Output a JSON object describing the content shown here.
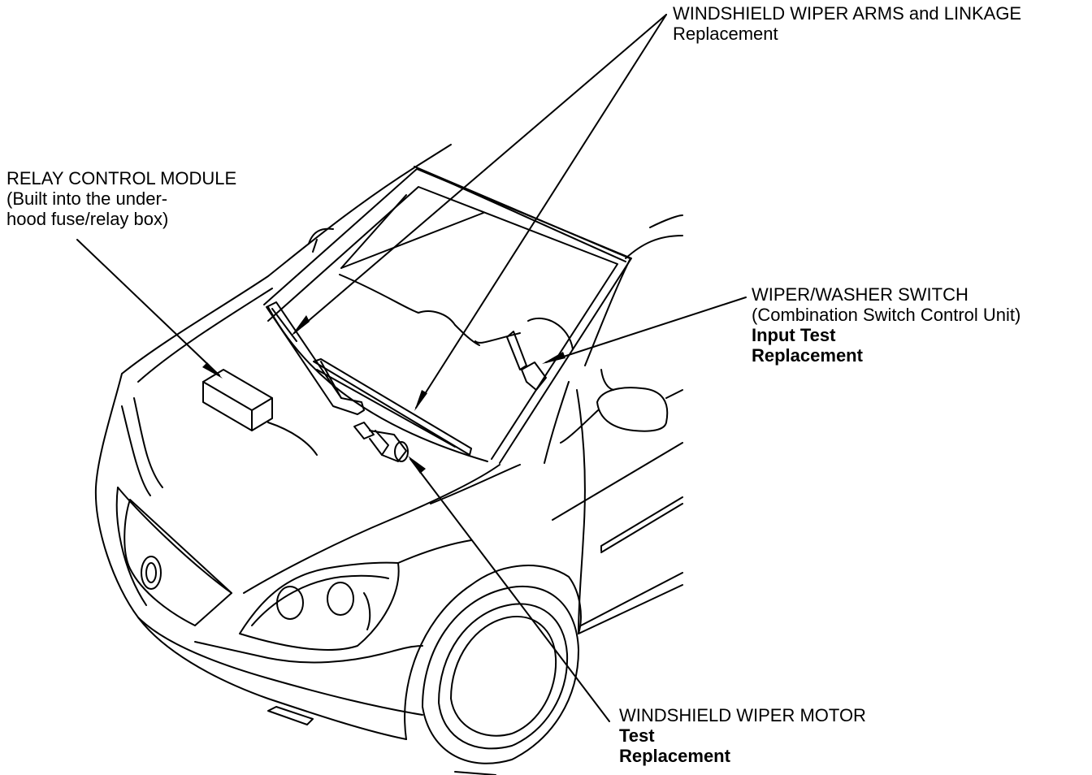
{
  "labels": {
    "wiper_arms": {
      "title": "WINDSHIELD WIPER ARMS and LINKAGE",
      "items": [
        "Replacement"
      ]
    },
    "relay_module": {
      "title": "RELAY CONTROL MODULE",
      "notes": [
        "(Built into the under-",
        "hood fuse/relay box)"
      ]
    },
    "washer_switch": {
      "title": "WIPER/WASHER SWITCH",
      "note": "(Combination Switch Control Unit)",
      "items": [
        "Input Test",
        "Replacement"
      ]
    },
    "wiper_motor": {
      "title": "WINDSHIELD WIPER MOTOR",
      "items": [
        "Test",
        "Replacement"
      ]
    }
  },
  "colors": {
    "ink": "#000000",
    "background": "#ffffff"
  }
}
